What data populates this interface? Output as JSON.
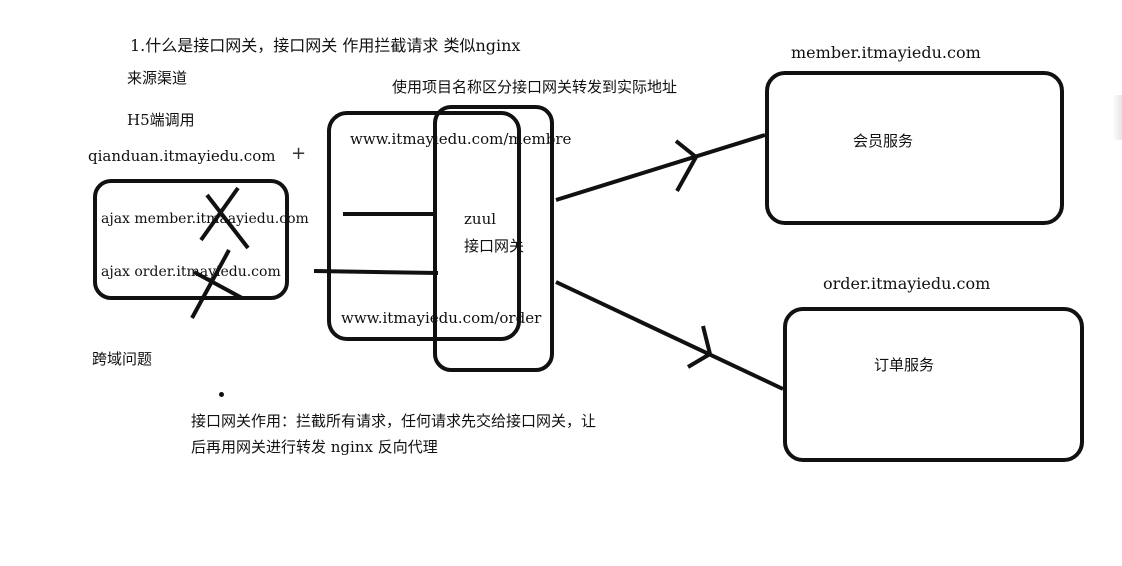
{
  "notes": {
    "title": "1.什么是接口网关，接口网关 作用拦截请求 类似nginx",
    "source": "来源渠道",
    "h5": "H5端调用",
    "frontend_domain": "qianduan.itmayiedu.com",
    "cross_domain": "跨域问题",
    "project_routing": "使用项目名称区分接口网关转发到实际地址",
    "gateway_role_line1": "接口网关作用：拦截所有请求，任何请求先交给接口网关，让",
    "gateway_role_line2": "后再用网关进行转发 nginx 反向代理"
  },
  "client_box": {
    "ajax_member": "ajax member.itmaayiedu.com",
    "ajax_order": "ajax order.itmayiedu.com"
  },
  "gateway": {
    "member_path": "www.itmayiedu.com/membre",
    "order_path": "www.itmayiedu.com/order",
    "zuul": "zuul",
    "label": "接口网关"
  },
  "member_service": {
    "domain": "member.itmayiedu.com",
    "label": "会员服务"
  },
  "order_service": {
    "domain": "order.itmayiedu.com",
    "label": "订单服务"
  },
  "colors": {
    "ink": "#111111",
    "background": "#ffffff"
  }
}
